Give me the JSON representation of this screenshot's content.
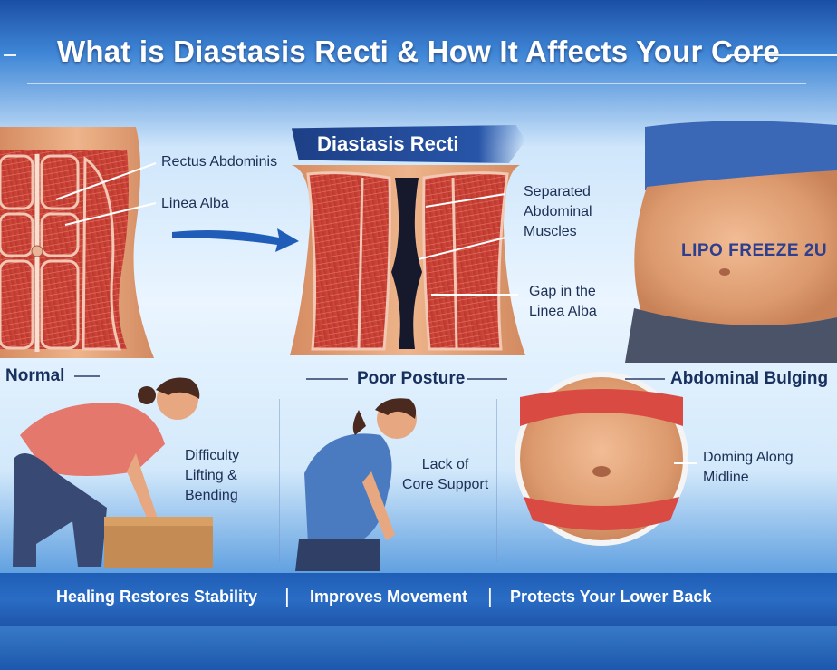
{
  "title": "What is Diastasis Recti & How It Affects Your Core",
  "banner": "Diastasis Recti",
  "labels": {
    "rectus_abdominis": "Rectus Abdominis",
    "linea_alba": "Linea Alba",
    "separated": [
      "Separated",
      "Abdominal",
      "Muscles"
    ],
    "gap": [
      "Gap in the",
      "Linea Alba"
    ],
    "difficulty": [
      "Difficulty",
      "Lifting &",
      "Bending"
    ],
    "lack": [
      "Lack of",
      "Core Support"
    ],
    "doming": [
      "Doming Along",
      "Midline"
    ]
  },
  "captions": {
    "normal": "Normal",
    "poor_posture": "Poor Posture",
    "abdominal_bulging": "Abdominal Bulging"
  },
  "logo": "LIPO FREEZE 2U",
  "footer": [
    "Healing Restores Stability",
    "Improves Movement",
    "Protects Your Lower Back"
  ],
  "colors": {
    "title_blue": "#1b4fa6",
    "muscle_red": "#c8443a",
    "skin": "#e2a37a",
    "accent_blue": "#2855a8"
  }
}
